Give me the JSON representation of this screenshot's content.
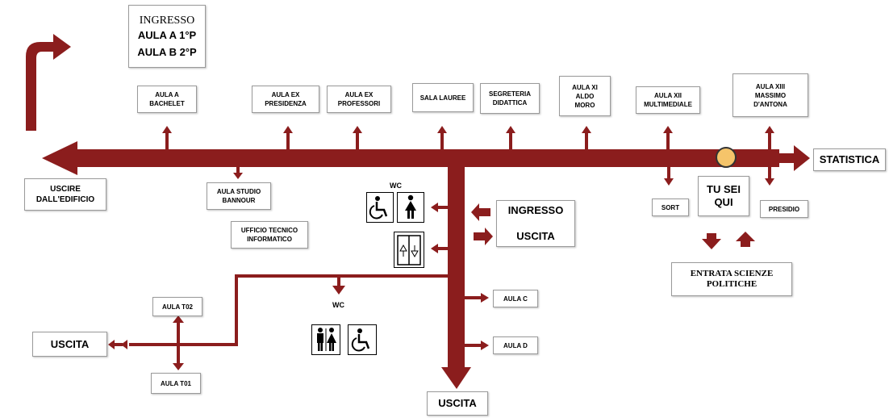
{
  "colors": {
    "corridor": "#8b1d1d",
    "you_are_here": "#f5c46a"
  },
  "labels": {
    "ingresso_top": "INGRESSO",
    "aula_a_1p": "AULA A 1°P",
    "aula_b_2p": "AULA B 2°P",
    "aula_a_bachelet": "AULA A\nBACHELET",
    "aula_ex_presidenza": "AULA EX\nPRESIDENZA",
    "aula_ex_professori": "AULA EX\nPROFESSORI",
    "sala_lauree": "SALA LAUREE",
    "segreteria": "SEGRETERIA\nDIDATTICA",
    "aula_xi": "AULA XI\nALDO\nMORO",
    "aula_xii": "AULA XII\nMULTIMEDIALE",
    "aula_xiii": "AULA XIII\nMASSIMO\nD'ANTONA",
    "statistica": "STATISTICA",
    "uscire": "USCIRE\nDALL'EDIFICIO",
    "aula_studio": "AULA STUDIO\nBANNOUR",
    "ufficio_tecnico": "UFFICIO TECNICO\nINFORMATICO",
    "wc_top": "WC",
    "ingresso_uscita": "INGRESSO\n\nUSCITA",
    "tu_sei_qui": "TU SEI\nQUI",
    "sort": "SORT",
    "presidio": "PRESIDIO",
    "entrata_scienze": "ENTRATA SCIENZE\nPOLITICHE",
    "aula_t02": "AULA T02",
    "aula_t01": "AULA T01",
    "uscita_left": "USCITA",
    "wc_bottom": "WC",
    "aula_c": "AULA C",
    "aula_d": "AULA D",
    "uscita_bottom": "USCITA"
  },
  "icons": [
    "wheelchair-icon",
    "woman-icon",
    "elevator-icon",
    "toilet-man-woman-icon",
    "wheelchair-icon"
  ]
}
